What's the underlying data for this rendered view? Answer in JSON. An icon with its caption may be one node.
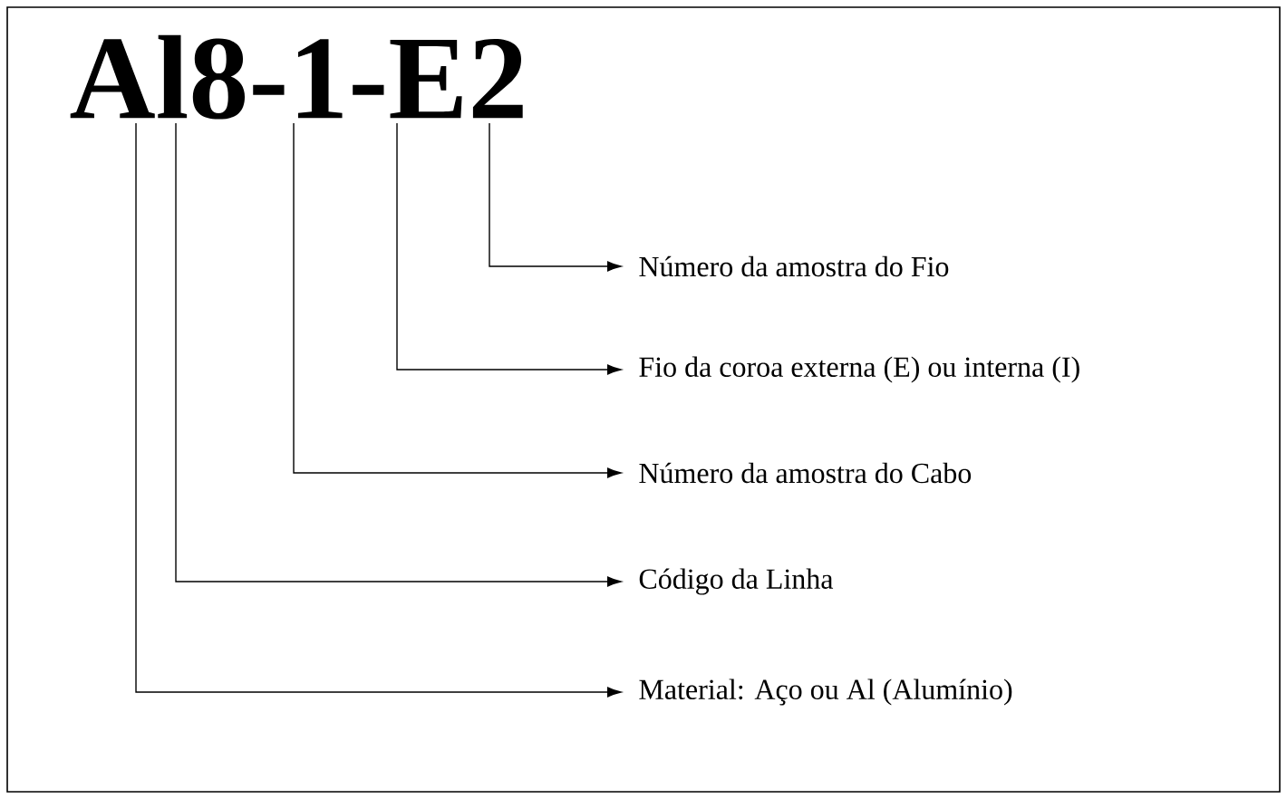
{
  "diagram": {
    "nodes": [
      {
        "text": [
          "Al8-1-E2"
        ]
      },
      {
        "text": [
          "Número da amostra do Fio"
        ]
      },
      {
        "text": [
          "Fio da coroa externa (E) ou interna (I)"
        ]
      },
      {
        "text": [
          "Número da amostra do Cabo"
        ]
      },
      {
        "text": [
          "Código da Linha"
        ]
      },
      {
        "text": [
          "Material: Aço ou Al (Alumínio)"
        ]
      }
    ],
    "edges": [
      {
        "from": 0,
        "to": 1,
        "arrow": "to"
      },
      {
        "from": 0,
        "to": 2,
        "arrow": "to"
      },
      {
        "from": 0,
        "to": 3,
        "arrow": "to"
      },
      {
        "from": 0,
        "to": 4,
        "arrow": "to"
      },
      {
        "from": 0,
        "to": 5,
        "arrow": "to"
      }
    ]
  }
}
